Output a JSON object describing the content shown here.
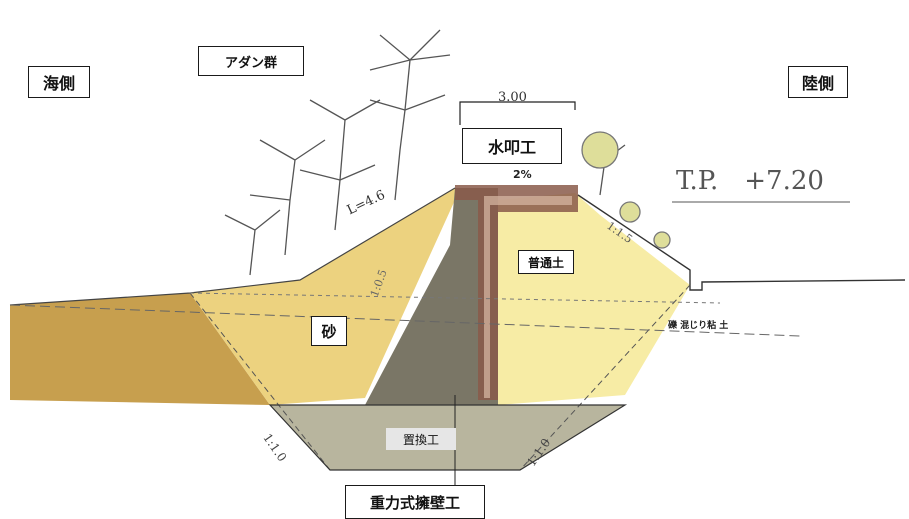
{
  "labels": {
    "sea_side": "海側",
    "land_side": "陸側",
    "adan_group": "アダン群",
    "width_dim": "3.00",
    "water_cap": "水叩工",
    "slope_pct": "2%",
    "tp_elevation": "T.P.　+7.20",
    "length_note": "L=4.6",
    "ordinary_soil": "普通土",
    "sand": "砂",
    "gravel_clay": "礫 混じり粘 土",
    "replacement": "置換工",
    "gravity_wall": "重力式擁壁工",
    "slope_left_fill": "1:0.5",
    "slope_right_fill": "1:1.5",
    "slope_bottom_left": "1:1.0",
    "slope_bottom_right": "1:1.0"
  },
  "colors": {
    "sand_fill": "#ecd27f",
    "soil_fill": "#f7eca5",
    "seaward_fill": "#c49a45",
    "wall_fill": "#7a7666",
    "replacement_fill": "#b8b59e",
    "cap_fill": "#8a5a4a",
    "tree": "#555555"
  }
}
